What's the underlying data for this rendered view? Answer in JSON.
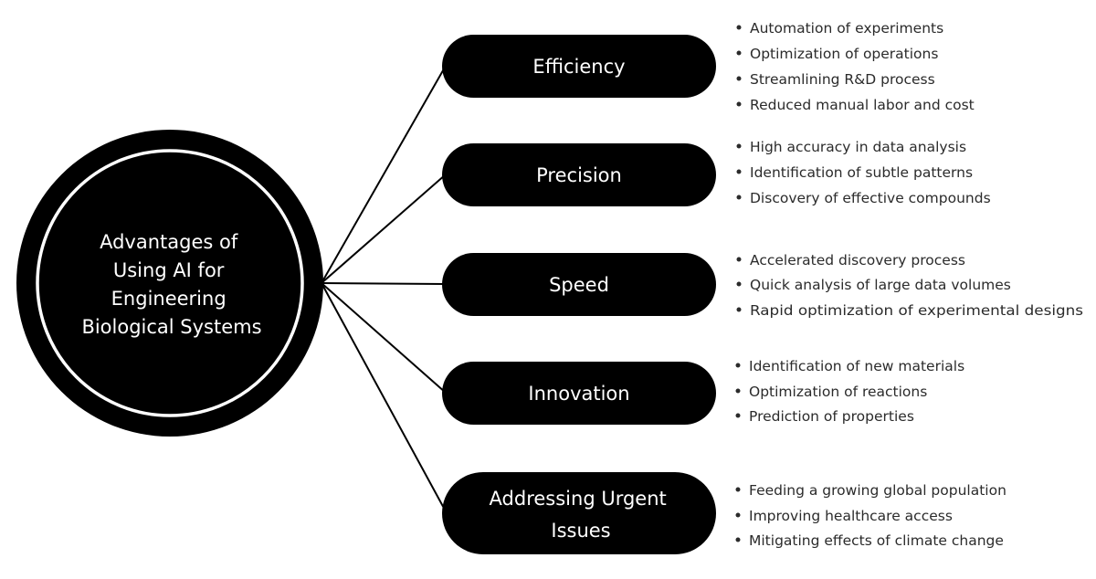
{
  "center": {
    "lines": [
      "Advantages of",
      "Using AI for",
      "Engineering",
      "Biological Systems"
    ]
  },
  "branches": [
    {
      "title_lines": [
        "Efficiency"
      ],
      "points": [
        "Automation of experiments",
        "Optimization of operations",
        "Streamlining R&D process",
        "Reduced manual labor and cost"
      ]
    },
    {
      "title_lines": [
        "Precision"
      ],
      "points": [
        "High accuracy in data analysis",
        "Identification of subtle patterns",
        "Discovery of effective compounds"
      ]
    },
    {
      "title_lines": [
        "Speed"
      ],
      "points": [
        "Accelerated discovery process",
        "Quick analysis of large data volumes",
        "Rapid optimization of experimental designs"
      ]
    },
    {
      "title_lines": [
        "Innovation"
      ],
      "points": [
        "Identification of new materials",
        "Optimization of reactions",
        "Prediction of properties"
      ]
    },
    {
      "title_lines": [
        "Addressing Urgent",
        "Issues"
      ],
      "points": [
        "Feeding a growing global population",
        "Improving healthcare access",
        "Mitigating effects of climate change"
      ]
    }
  ],
  "colors": {
    "fill": "#000000",
    "text_on_fill": "#ffffff",
    "ring": "#ffffff",
    "connector": "#000000",
    "bullet_text": "#2b2b2b"
  }
}
